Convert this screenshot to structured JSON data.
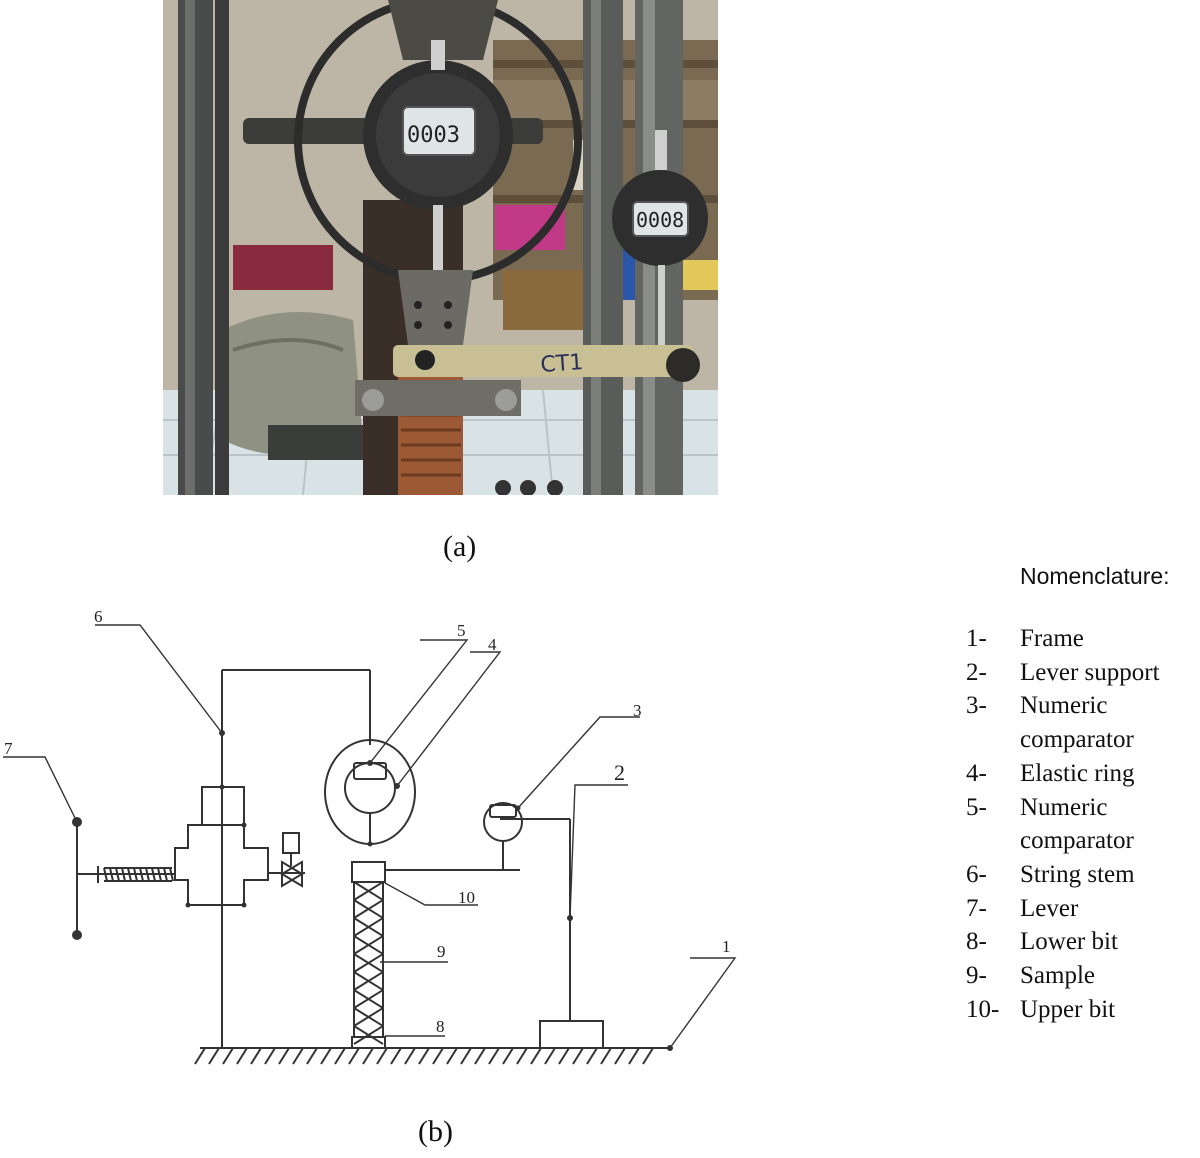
{
  "photo": {
    "panel_label": "(a)",
    "main_gauge_reading": "0003",
    "side_gauge_reading": "0008",
    "sample_tag": "CT1"
  },
  "schematic": {
    "panel_label": "(b)",
    "callouts": [
      "1",
      "2",
      "3",
      "4",
      "5",
      "6",
      "7",
      "8",
      "9",
      "10"
    ]
  },
  "legend": {
    "title": "Nomenclature:",
    "items": [
      {
        "num": "1-",
        "text": "Frame"
      },
      {
        "num": "2-",
        "text": "Lever support"
      },
      {
        "num": "3-",
        "text": "Numeric comparator"
      },
      {
        "num": "4-",
        "text": "Elastic ring"
      },
      {
        "num": "5-",
        "text": "Numeric comparator"
      },
      {
        "num": "6-",
        "text": "String stem"
      },
      {
        "num": "7-",
        "text": "Lever"
      },
      {
        "num": "8-",
        "text": "Lower bit"
      },
      {
        "num": "9-",
        "text": "Sample"
      },
      {
        "num": "10-",
        "text": "Upper bit"
      }
    ]
  }
}
